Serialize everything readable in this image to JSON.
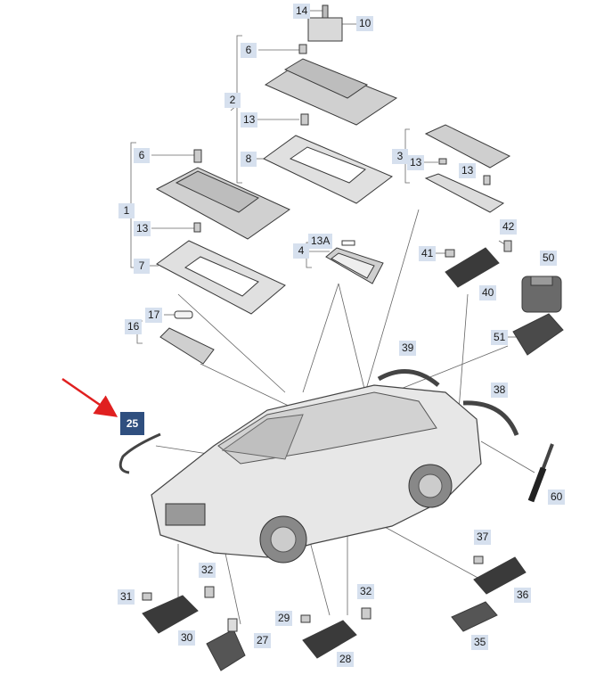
{
  "diagram": {
    "highlighted_part": "25",
    "accent_color": "#2f4f7f",
    "callout_color": "#d6e0ee",
    "arrow_color": "#e02020",
    "parts": [
      "1",
      "2",
      "3",
      "4",
      "6",
      "7",
      "8",
      "10",
      "13",
      "13A",
      "14",
      "16",
      "17",
      "25",
      "27",
      "28",
      "29",
      "30",
      "31",
      "32",
      "35",
      "36",
      "37",
      "38",
      "39",
      "40",
      "41",
      "42",
      "50",
      "51",
      "60"
    ]
  },
  "labels": {
    "p14": "14",
    "p10": "10",
    "p6a": "6",
    "p2": "2",
    "p13a": "13",
    "p8": "8",
    "p3": "3",
    "p13b": "13",
    "p13c": "13",
    "p6b": "6",
    "p1": "1",
    "p13d": "13",
    "p7": "7",
    "p4": "4",
    "p13A": "13A",
    "p42": "42",
    "p41": "41",
    "p50": "50",
    "p40": "40",
    "p17": "17",
    "p16": "16",
    "p51": "51",
    "p39": "39",
    "p38": "38",
    "p25": "25",
    "p60": "60",
    "p37": "37",
    "p32a": "32",
    "p31": "31",
    "p36": "36",
    "p30": "30",
    "p32b": "32",
    "p29": "29",
    "p27": "27",
    "p35": "35",
    "p28": "28"
  }
}
